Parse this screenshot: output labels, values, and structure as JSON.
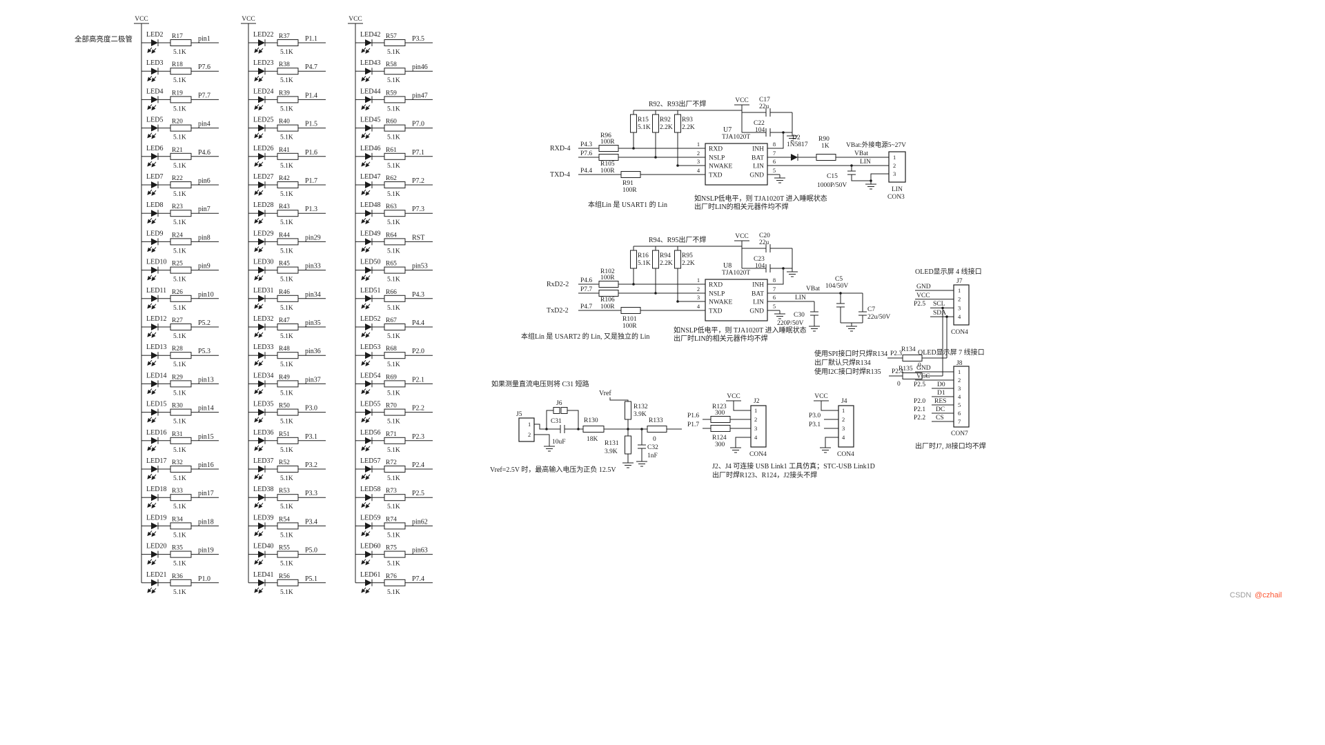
{
  "colors": {
    "ink": "#1c1c1c",
    "watermark_site": "#9b9b9b",
    "watermark_user": "#fc5531"
  },
  "header": {
    "note": "全部高亮度二极管"
  },
  "led_columns": [
    {
      "vcc": "VCC",
      "rows": [
        {
          "led": "LED2",
          "res": "R17",
          "val": "5.1K",
          "pin": "pin1"
        },
        {
          "led": "LED3",
          "res": "R18",
          "val": "5.1K",
          "pin": "P7.6"
        },
        {
          "led": "LED4",
          "res": "R19",
          "val": "5.1K",
          "pin": "P7.7"
        },
        {
          "led": "LED5",
          "res": "R20",
          "val": "5.1K",
          "pin": "pin4"
        },
        {
          "led": "LED6",
          "res": "R21",
          "val": "5.1K",
          "pin": "P4.6"
        },
        {
          "led": "LED7",
          "res": "R22",
          "val": "5.1K",
          "pin": "pin6"
        },
        {
          "led": "LED8",
          "res": "R23",
          "val": "5.1K",
          "pin": "pin7"
        },
        {
          "led": "LED9",
          "res": "R24",
          "val": "5.1K",
          "pin": "pin8"
        },
        {
          "led": "LED10",
          "res": "R25",
          "val": "5.1K",
          "pin": "pin9"
        },
        {
          "led": "LED11",
          "res": "R26",
          "val": "5.1K",
          "pin": "pin10"
        },
        {
          "led": "LED12",
          "res": "R27",
          "val": "5.1K",
          "pin": "P5.2"
        },
        {
          "led": "LED13",
          "res": "R28",
          "val": "5.1K",
          "pin": "P5.3"
        },
        {
          "led": "LED14",
          "res": "R29",
          "val": "5.1K",
          "pin": "pin13"
        },
        {
          "led": "LED15",
          "res": "R30",
          "val": "5.1K",
          "pin": "pin14"
        },
        {
          "led": "LED16",
          "res": "R31",
          "val": "5.1K",
          "pin": "pin15"
        },
        {
          "led": "LED17",
          "res": "R32",
          "val": "5.1K",
          "pin": "pin16"
        },
        {
          "led": "LED18",
          "res": "R33",
          "val": "5.1K",
          "pin": "pin17"
        },
        {
          "led": "LED19",
          "res": "R34",
          "val": "5.1K",
          "pin": "pin18"
        },
        {
          "led": "LED20",
          "res": "R35",
          "val": "5.1K",
          "pin": "pin19"
        },
        {
          "led": "LED21",
          "res": "R36",
          "val": "5.1K",
          "pin": "P1.0"
        }
      ]
    },
    {
      "vcc": "VCC",
      "rows": [
        {
          "led": "LED22",
          "res": "R37",
          "val": "5.1K",
          "pin": "P1.1"
        },
        {
          "led": "LED23",
          "res": "R38",
          "val": "5.1K",
          "pin": "P4.7"
        },
        {
          "led": "LED24",
          "res": "R39",
          "val": "5.1K",
          "pin": "P1.4"
        },
        {
          "led": "LED25",
          "res": "R40",
          "val": "5.1K",
          "pin": "P1.5"
        },
        {
          "led": "LED26",
          "res": "R41",
          "val": "5.1K",
          "pin": "P1.6"
        },
        {
          "led": "LED27",
          "res": "R42",
          "val": "5.1K",
          "pin": "P1.7"
        },
        {
          "led": "LED28",
          "res": "R43",
          "val": "5.1K",
          "pin": "P1.3"
        },
        {
          "led": "LED29",
          "res": "R44",
          "val": "5.1K",
          "pin": "pin29"
        },
        {
          "led": "LED30",
          "res": "R45",
          "val": "5.1K",
          "pin": "pin33"
        },
        {
          "led": "LED31",
          "res": "R46",
          "val": "5.1K",
          "pin": "pin34"
        },
        {
          "led": "LED32",
          "res": "R47",
          "val": "5.1K",
          "pin": "pin35"
        },
        {
          "led": "LED33",
          "res": "R48",
          "val": "5.1K",
          "pin": "pin36"
        },
        {
          "led": "LED34",
          "res": "R49",
          "val": "5.1K",
          "pin": "pin37"
        },
        {
          "led": "LED35",
          "res": "R50",
          "val": "5.1K",
          "pin": "P3.0"
        },
        {
          "led": "LED36",
          "res": "R51",
          "val": "5.1K",
          "pin": "P3.1"
        },
        {
          "led": "LED37",
          "res": "R52",
          "val": "5.1K",
          "pin": "P3.2"
        },
        {
          "led": "LED38",
          "res": "R53",
          "val": "5.1K",
          "pin": "P3.3"
        },
        {
          "led": "LED39",
          "res": "R54",
          "val": "5.1K",
          "pin": "P3.4"
        },
        {
          "led": "LED40",
          "res": "R55",
          "val": "5.1K",
          "pin": "P5.0"
        },
        {
          "led": "LED41",
          "res": "R56",
          "val": "5.1K",
          "pin": "P5.1"
        }
      ]
    },
    {
      "vcc": "VCC",
      "rows": [
        {
          "led": "LED42",
          "res": "R57",
          "val": "5.1K",
          "pin": "P3.5"
        },
        {
          "led": "LED43",
          "res": "R58",
          "val": "5.1K",
          "pin": "pin46"
        },
        {
          "led": "LED44",
          "res": "R59",
          "val": "5.1K",
          "pin": "pin47"
        },
        {
          "led": "LED45",
          "res": "R60",
          "val": "5.1K",
          "pin": "P7.0"
        },
        {
          "led": "LED46",
          "res": "R61",
          "val": "5.1K",
          "pin": "P7.1"
        },
        {
          "led": "LED47",
          "res": "R62",
          "val": "5.1K",
          "pin": "P7.2"
        },
        {
          "led": "LED48",
          "res": "R63",
          "val": "5.1K",
          "pin": "P7.3"
        },
        {
          "led": "LED49",
          "res": "R64",
          "val": "5.1K",
          "pin": "RST"
        },
        {
          "led": "LED50",
          "res": "R65",
          "val": "5.1K",
          "pin": "pin53"
        },
        {
          "led": "LED51",
          "res": "R66",
          "val": "5.1K",
          "pin": "P4.3"
        },
        {
          "led": "LED52",
          "res": "R67",
          "val": "5.1K",
          "pin": "P4.4"
        },
        {
          "led": "LED53",
          "res": "R68",
          "val": "5.1K",
          "pin": "P2.0"
        },
        {
          "led": "LED54",
          "res": "R69",
          "val": "5.1K",
          "pin": "P2.1"
        },
        {
          "led": "LED55",
          "res": "R70",
          "val": "5.1K",
          "pin": "P2.2"
        },
        {
          "led": "LED56",
          "res": "R71",
          "val": "5.1K",
          "pin": "P2.3"
        },
        {
          "led": "LED57",
          "res": "R72",
          "val": "5.1K",
          "pin": "P2.4"
        },
        {
          "led": "LED58",
          "res": "R73",
          "val": "5.1K",
          "pin": "P2.5"
        },
        {
          "led": "LED59",
          "res": "R74",
          "val": "5.1K",
          "pin": "pin62"
        },
        {
          "led": "LED60",
          "res": "R75",
          "val": "5.1K",
          "pin": "pin63"
        },
        {
          "led": "LED61",
          "res": "R76",
          "val": "5.1K",
          "pin": "P7.4"
        }
      ]
    }
  ],
  "lin1": {
    "note_top": "R92、R93出厂不焊",
    "vcc": "VCC",
    "c17": {
      "ref": "C17",
      "val": "22u"
    },
    "c22": {
      "ref": "C22",
      "val": "104"
    },
    "r15": {
      "ref": "R15",
      "val": "5.1K"
    },
    "r92": {
      "ref": "R92",
      "val": "2.2K"
    },
    "r93": {
      "ref": "R93",
      "val": "2.2K"
    },
    "rxd_sig": "RXD-4",
    "rxd_pin": "P4.3",
    "r96": {
      "ref": "R96",
      "val": "100R"
    },
    "nslp_pin": "P7.6",
    "r105": {
      "ref": "R105",
      "val": "100R"
    },
    "txd_sig": "TXD-4",
    "txd_pin": "P4.4",
    "r91": {
      "ref": "R91",
      "val": "100R"
    },
    "u": {
      "ref": "U7",
      "part": "TJA1020T",
      "pins_left": [
        "RXD",
        "NSLP",
        "NWAKE",
        "TXD"
      ],
      "nums_left": [
        "1",
        "2",
        "3",
        "4"
      ],
      "pins_right": [
        "INH",
        "BAT",
        "LIN",
        "GND"
      ],
      "nums_right": [
        "8",
        "7",
        "6",
        "5"
      ]
    },
    "d2": {
      "ref": "D2",
      "val": "1N5817"
    },
    "r90": {
      "ref": "R90",
      "val": "1K"
    },
    "vbat_note": "VBat:外接电源5~27V",
    "vbat": "VBat",
    "lin": "LIN",
    "c15": {
      "ref": "C15",
      "val": "1000P/50V"
    },
    "con": {
      "ref": "LIN",
      "name": "CON3",
      "nums": [
        "1",
        "2",
        "3"
      ]
    },
    "note1": "本组Lin 是 USART1 的 Lin",
    "note2": "如NSLP低电平，则 TJA1020T 进入睡眠状态",
    "note3": "出厂时LIN的相关元器件均不焊"
  },
  "lin2": {
    "note_top": "R94、R95出厂不焊",
    "vcc": "VCC",
    "c20": {
      "ref": "C20",
      "val": "22u"
    },
    "c23": {
      "ref": "C23",
      "val": "104"
    },
    "r16": {
      "ref": "R16",
      "val": "5.1K"
    },
    "r94": {
      "ref": "R94",
      "val": "2.2K"
    },
    "r95": {
      "ref": "R95",
      "val": "2.2K"
    },
    "rxd_sig": "RxD2-2",
    "rxd_pin": "P4.6",
    "r102": {
      "ref": "R102",
      "val": "100R"
    },
    "nslp_pin": "P7.7",
    "r106": {
      "ref": "R106",
      "val": "100R"
    },
    "txd_sig": "TxD2-2",
    "txd_pin": "P4.7",
    "r101": {
      "ref": "R101",
      "val": "100R"
    },
    "u": {
      "ref": "U8",
      "part": "TJA1020T",
      "pins_left": [
        "RXD",
        "NSLP",
        "NWAKE",
        "TXD"
      ],
      "nums_left": [
        "1",
        "2",
        "3",
        "4"
      ],
      "pins_right": [
        "INH",
        "BAT",
        "LIN",
        "GND"
      ],
      "nums_right": [
        "8",
        "7",
        "6",
        "5"
      ]
    },
    "vbat": "VBat",
    "lin": "LIN",
    "c5": {
      "ref": "C5",
      "val": "104/50V"
    },
    "c7": {
      "ref": "C7",
      "val": "22u/50V"
    },
    "c30": {
      "ref": "C30",
      "val": "220P/50V"
    },
    "note1": "本组Lin 是 USART2 的 Lin, 又是独立的 Lin",
    "note2": "如NSLP低电平，则 TJA1020T 进入睡眠状态",
    "note3": "出厂时LIN的相关元器件均不焊"
  },
  "oled4": {
    "title": "OLED显示屏 4 线接口",
    "ref": "J7",
    "name": "CON4",
    "nums": [
      "1",
      "2",
      "3",
      "4"
    ],
    "pins": [
      {
        "label": "GND"
      },
      {
        "label": "VCC"
      },
      {
        "label": "P2.5",
        "signal": "SCL"
      },
      {
        "signal": "SDA"
      }
    ]
  },
  "spi": {
    "line1": "使用SPI接口时只焊R134",
    "p23": "P2.3",
    "line2": "出厂默认只焊R134",
    "line3": "使用I2C接口时焊R135",
    "p24": "P2.4",
    "r134": {
      "ref": "R134",
      "val": "0"
    },
    "r135": {
      "ref": "R135",
      "val": "0"
    }
  },
  "oled7": {
    "title": "OLED显示屏 7 线接口",
    "ref": "J8",
    "name": "CON7",
    "nums": [
      "1",
      "2",
      "3",
      "4",
      "5",
      "6",
      "7"
    ],
    "pins": [
      {
        "label": "GND"
      },
      {
        "label": "VCC"
      },
      {
        "label": "P2.5",
        "signal": "D0"
      },
      {
        "signal": "D1"
      },
      {
        "label": "P2.0",
        "signal": "RES"
      },
      {
        "label": "P2.1",
        "signal": "DC"
      },
      {
        "label": "P2.2",
        "signal": "CS"
      }
    ],
    "note": "出厂时J7, J8接口均不焊"
  },
  "adc": {
    "note_top": "如果测量直流电压则将 C31 短路",
    "vref": "Vref",
    "j5": {
      "ref": "J5",
      "nums": [
        "1",
        "2"
      ]
    },
    "j6": {
      "ref": "J6"
    },
    "c31": {
      "ref": "C31",
      "val": "10uF"
    },
    "r130": {
      "ref": "R130",
      "val": "18K"
    },
    "r132": {
      "ref": "R132",
      "val": "3.9K"
    },
    "r131": {
      "ref": "R131",
      "val": "3.9K"
    },
    "r133": {
      "ref": "R133",
      "val": "0"
    },
    "c32": {
      "ref": "C32",
      "val": "1nF"
    },
    "note_bottom": "Vref=2.5V 时，最高输入电压为正负 12.5V"
  },
  "usb": {
    "j2": {
      "ref": "J2",
      "vcc": "VCC",
      "name": "CON4",
      "nums": [
        "1",
        "2",
        "3",
        "4"
      ]
    },
    "j4": {
      "ref": "J4",
      "vcc": "VCC",
      "name": "CON4",
      "nums": [
        "1",
        "2",
        "3",
        "4"
      ]
    },
    "r123": {
      "ref": "R123",
      "val": "300"
    },
    "r124": {
      "ref": "R124",
      "val": "300"
    },
    "p16": "P1.6",
    "p17": "P1.7",
    "p30": "P3.0",
    "p31": "P3.1",
    "note1": "J2、J4 可连接 USB Link1 工具仿真；STC-USB Link1D",
    "note2": "出厂时焊R123、R124，J2接头不焊"
  },
  "watermark": {
    "site": "CSDN",
    "user": "@czhail"
  }
}
